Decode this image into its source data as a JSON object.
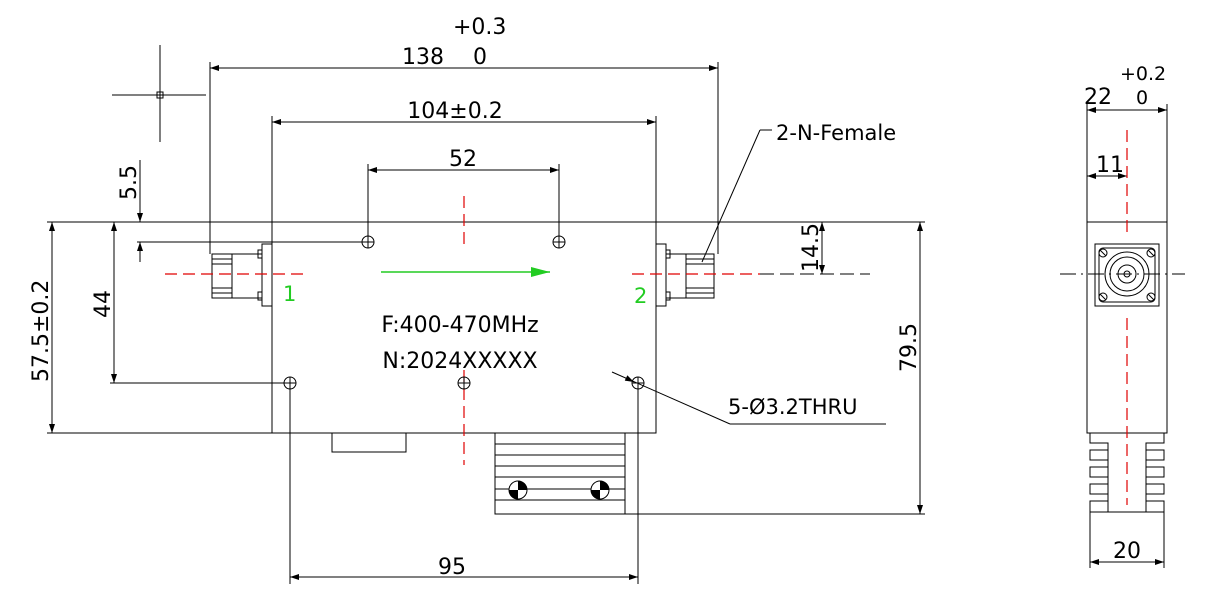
{
  "front_view": {
    "overall_length": "138",
    "overall_tol_upper": "+0.3",
    "overall_tol_lower": "0",
    "body_length": "104±0.2",
    "hole_spacing_top": "52",
    "offset_top": "5.5",
    "hole_spacing_vertical": "44",
    "height": "57.5±0.2",
    "connector_offset": "14.5",
    "total_height": "79.5",
    "hole_spacing_bottom": "95",
    "connector_callout": "2-N-Female",
    "hole_callout": "5-Ø3.2THRU",
    "port_1": "1",
    "port_2": "2",
    "freq_label": "F:400-470MHz",
    "serial_label": "N:2024XXXXX"
  },
  "side_view": {
    "width": "22",
    "width_tol_upper": "+0.2",
    "width_tol_lower": "0",
    "connector_offset": "11",
    "heatsink_width": "20"
  },
  "colors": {
    "centerline": "#e00000",
    "arrow": "#22cc22",
    "port_label": "#22cc22",
    "line": "#000000"
  }
}
